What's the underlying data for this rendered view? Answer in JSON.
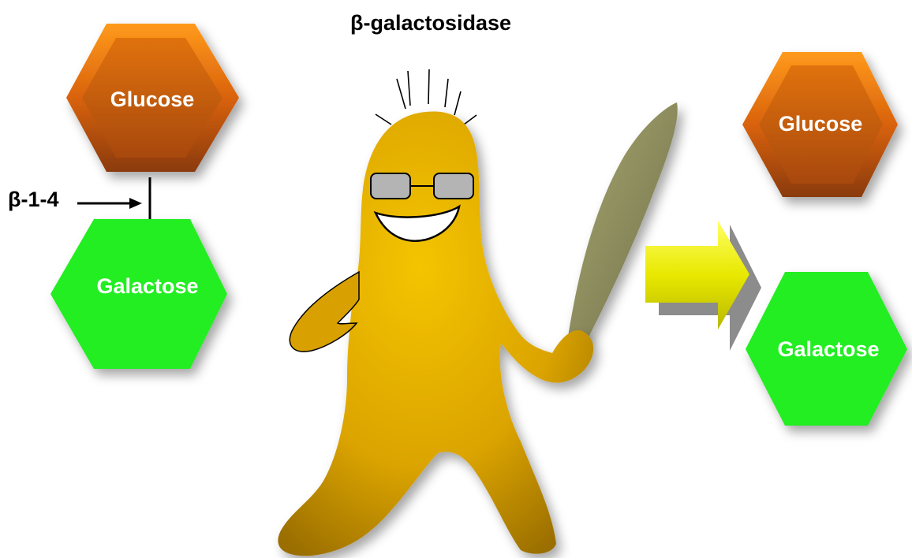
{
  "title": "β-galactosidase",
  "bond_label": "β-1-4",
  "substrate": {
    "top": "Glucose",
    "bottom": "Galactose"
  },
  "products": {
    "top": "Glucose",
    "bottom": "Galactose"
  },
  "colors": {
    "glucose": "#d2540a",
    "galactose": "#22ee22",
    "enzyme": "#e0ac00",
    "arrow": "#e8e800",
    "blade": "#8a8a5c"
  },
  "icons": {
    "enzyme": "enzyme-character-icon",
    "reaction_arrow": "reaction-arrow-icon"
  }
}
